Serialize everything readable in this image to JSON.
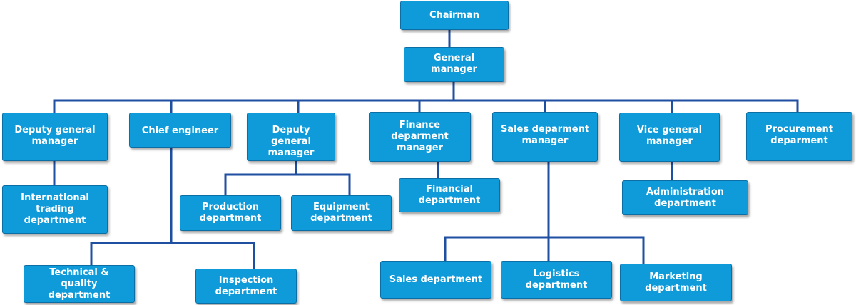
{
  "chart": {
    "chairman": "Chairman",
    "general_manager": "General\nmanager",
    "deputy_gm_1": "Deputy  general\nmanager",
    "chief_engineer": "Chief engineer",
    "deputy_gm_2": "Deputy  general\nmanager",
    "finance_manager": "Finance\ndeparment\nmanager",
    "sales_manager": "Sales deparment\nmanager",
    "vice_gm": "Vice general\nmanager",
    "procurement": "Procurement\ndeparment",
    "international_trading": "International\ntrading\ndepartment",
    "technical_quality": "Technical &\nquality department",
    "inspection": "Inspection\ndepartment",
    "production": "Production\ndepartment",
    "equipment": "Equipment\ndepartment",
    "financial": "Financial\ndepartment",
    "sales_dept": "Sales department",
    "logistics": "Logistics\ndepartment",
    "marketing": "Marketing\ndepartment",
    "administration": "Administration\ndepartment"
  }
}
